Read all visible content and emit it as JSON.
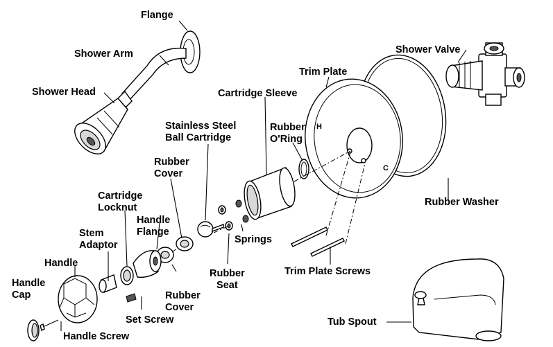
{
  "labels": {
    "flange": "Flange",
    "shower_arm": "Shower Arm",
    "shower_head": "Shower Head",
    "shower_valve": "Shower Valve",
    "trim_plate": "Trim Plate",
    "cartridge_sleeve": "Cartridge Sleeve",
    "stainless_steel_1": "Stainless Steel",
    "stainless_steel_2": "Ball Cartridge",
    "rubber_oring_1": "Rubber",
    "rubber_oring_2": "O'Ring",
    "rubber_cover_top_1": "Rubber",
    "rubber_cover_top_2": "Cover",
    "cartridge_locknut_1": "Cartridge",
    "cartridge_locknut_2": "Locknut",
    "handle_flange_1": "Handle",
    "handle_flange_2": "Flange",
    "stem_adaptor_1": "Stem",
    "stem_adaptor_2": "Adaptor",
    "handle": "Handle",
    "handle_cap_1": "Handle",
    "handle_cap_2": "Cap",
    "rubber_washer": "Rubber Washer",
    "springs": "Springs",
    "rubber_seat_1": "Rubber",
    "rubber_seat_2": "Seat",
    "trim_plate_screws": "Trim Plate Screws",
    "rubber_cover_bottom_1": "Rubber",
    "rubber_cover_bottom_2": "Cover",
    "set_screw": "Set Screw",
    "handle_screw": "Handle Screw",
    "tub_spout": "Tub Spout"
  },
  "trim_marks": {
    "hot": "H",
    "cold": "C"
  }
}
